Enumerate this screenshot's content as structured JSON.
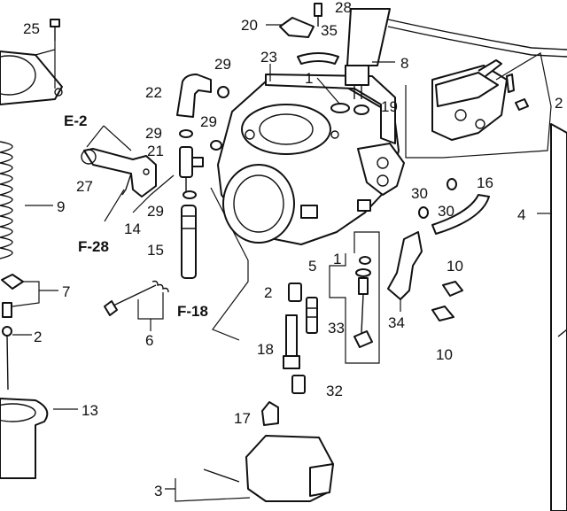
{
  "callouts": {
    "c25": "25",
    "c20": "20",
    "c28": "28",
    "c35": "35",
    "c8": "8",
    "c29a": "29",
    "c23": "23",
    "c22": "22",
    "c1a": "1",
    "c19": "19",
    "c29b": "29",
    "c29c": "29",
    "c21": "21",
    "c27": "27",
    "c9": "9",
    "c29d": "29",
    "c14": "14",
    "c30a": "30",
    "c16": "16",
    "c30b": "30",
    "c4": "4",
    "c15": "15",
    "c5": "5",
    "c1b": "1",
    "c10a": "10",
    "c7": "7",
    "c2a": "2",
    "c34": "34",
    "c10b": "10",
    "c6": "6",
    "c33": "33",
    "c18": "18",
    "c2b": "2",
    "c32": "32",
    "c13": "13",
    "c17": "17",
    "c3": "3",
    "c2c": "2"
  },
  "references": {
    "e2": "E-2",
    "f28": "F-28",
    "f18": "F-18"
  }
}
